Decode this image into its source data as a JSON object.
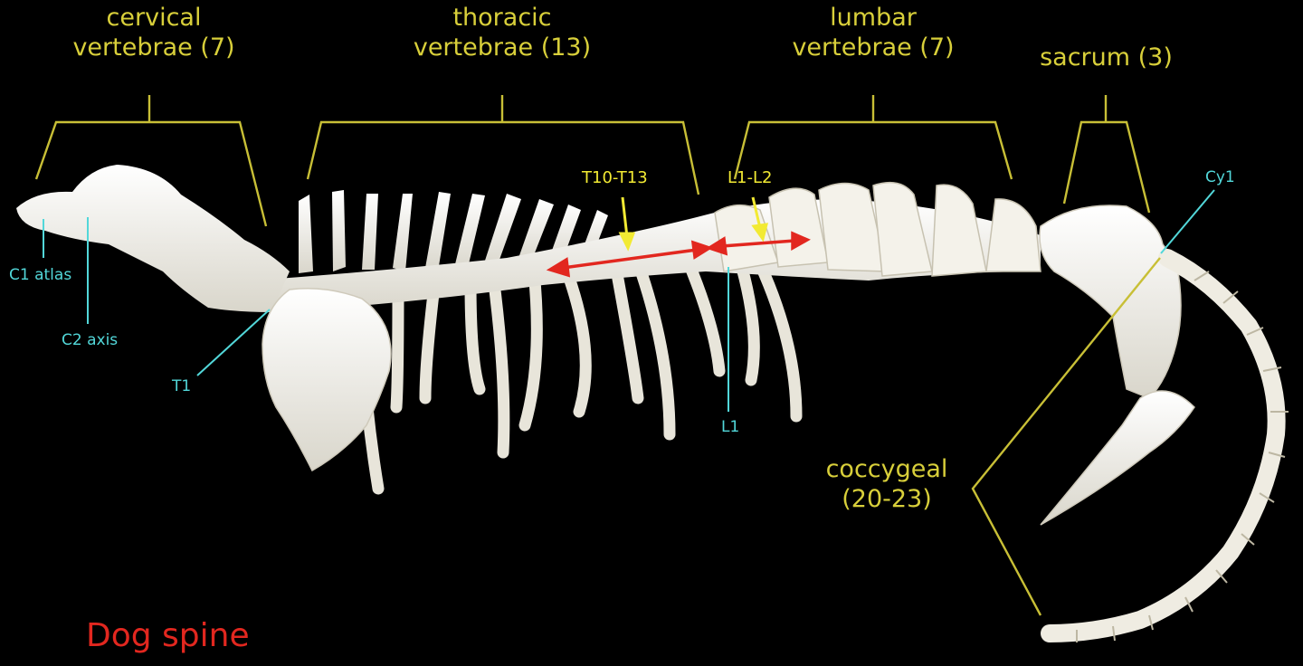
{
  "diagram": {
    "title": "Dog spine",
    "regions": {
      "cervical": {
        "line1": "cervical",
        "line2": "vertebrae (7)"
      },
      "thoracic": {
        "line1": "thoracic",
        "line2": "vertebrae (13)"
      },
      "lumbar": {
        "line1": "lumbar",
        "line2": "vertebrae (7)"
      },
      "sacrum": {
        "line1": "sacrum (3)"
      },
      "coccygeal": {
        "line1": "coccygeal",
        "line2": "(20-23)"
      }
    },
    "markers": {
      "t10_t13": "T10-T13",
      "l1_l2": "L1-L2",
      "c1": "C1 atlas",
      "c2": "C2 axis",
      "t1": "T1",
      "l1": "L1",
      "cy1": "Cy1"
    },
    "colors": {
      "background": "#000000",
      "bracket": "#d8cf3a",
      "yellow_label": "#f2ea33",
      "cyan_label": "#52d7d9",
      "red_arrow": "#e2271f",
      "bone": "#f1efe6"
    }
  }
}
